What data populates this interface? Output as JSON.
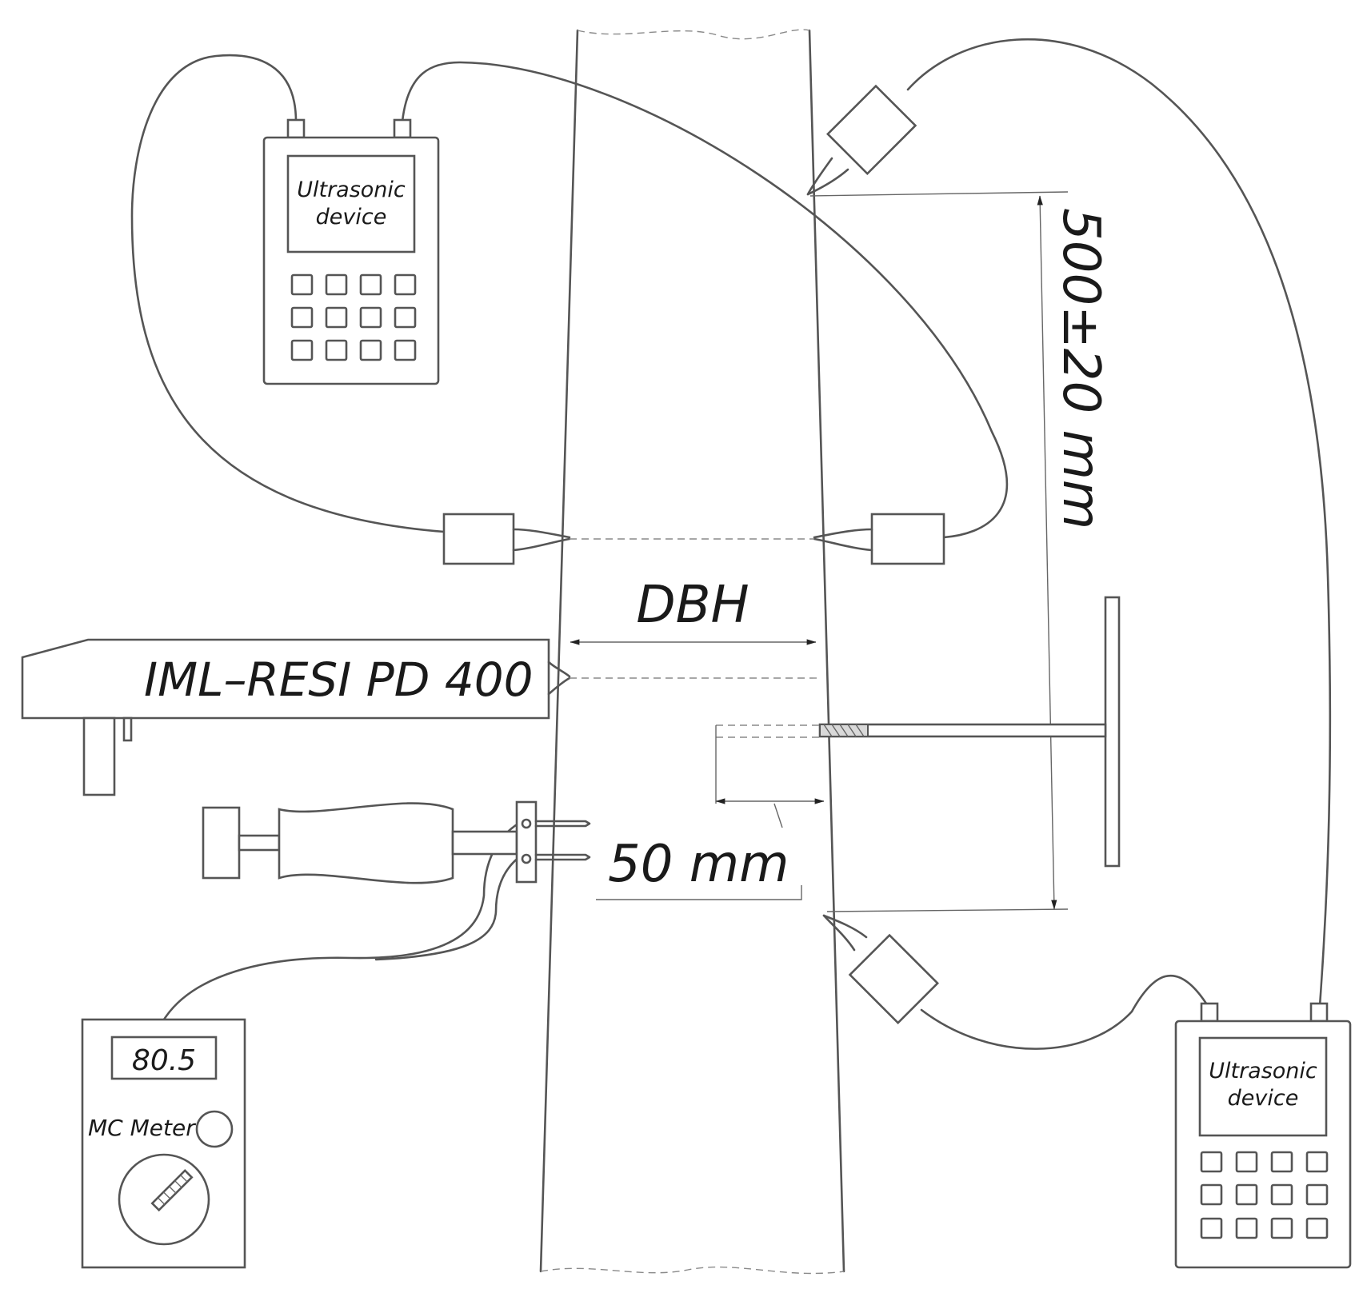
{
  "labels": {
    "device_left_line1": "Ultrasonic",
    "device_left_line2": "device",
    "device_right_line1": "Ultrasonic",
    "device_right_line2": "device",
    "resistograph": "IML–RESI PD 400",
    "dbh": "DBH",
    "depth": "50 mm",
    "height_dimension": "500±20 mm",
    "mc_meter_reading": "80.5",
    "mc_meter_label": "MC Meter"
  },
  "colors": {
    "line": "#555555",
    "text": "#1a1a1a",
    "background": "#ffffff"
  }
}
